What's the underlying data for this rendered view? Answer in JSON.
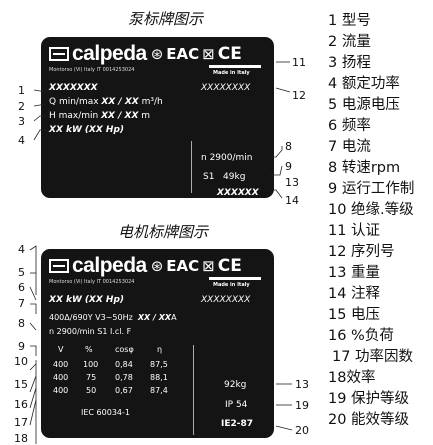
{
  "pump_title": "泵标牌图示",
  "motor_title": "电机标牌图示",
  "brand": "calpeda",
  "brand_small": "Montorso (Vi) Italy  IT 0014253024",
  "made_in": "Made in Italy",
  "pump": {
    "model": "XXXXXXX",
    "serial": "XXXXXXXX",
    "q_prefix": "Q min/max ",
    "q_value": "XX / XX",
    "q_unit": " m³/h",
    "h_prefix": "H max/min ",
    "h_value": "XX / XX",
    "h_unit": " m",
    "power": "XX kW",
    "power_hp": "(XX Hp)",
    "speed": "n 2900/min",
    "duty": "S1",
    "weight": "49kg",
    "notes": "XXXXXX"
  },
  "motor": {
    "power": "XX kW",
    "power_hp": "(XX Hp)",
    "serial": "XXXXXXXX",
    "voltage_line": "400Δ/690Y V3~50Hz",
    "current": "XX / XX",
    "current_unit": "A",
    "speed_line": "n 2900/min   S1   I.cl. F",
    "table_headers": [
      "V",
      "%",
      "cosφ",
      "η"
    ],
    "table_rows": [
      [
        "400",
        "100",
        "0,84",
        "87,5"
      ],
      [
        "400",
        "75",
        "0,78",
        "88,1"
      ],
      [
        "400",
        "50",
        "0,67",
        "87,4"
      ]
    ],
    "standard": "IEC 60034-1",
    "weight": "92kg",
    "protection": "IP 54",
    "efficiency_class": "IE2-87"
  },
  "legend": [
    "1 型号",
    "2 流量",
    "3 扬程",
    "4 额定功率",
    "5 电源电压",
    "6 频率",
    "7 电流",
    "8 转速rpm",
    "9 运行工作制",
    "10 绝缘.等级",
    "11 认证",
    "12 序列号",
    "13 重量",
    "14 注释",
    "15 电压",
    "16 %负荷",
    "17 功率因数",
    "18效率",
    "19 保护等级",
    "20 能效等级"
  ],
  "callouts": [
    "1",
    "2",
    "3",
    "4",
    "11",
    "12",
    "8",
    "9",
    "13",
    "14",
    "4",
    "5",
    "6",
    "7",
    "8",
    "9",
    "10",
    "15",
    "16",
    "17",
    "18",
    "13",
    "19",
    "20"
  ]
}
